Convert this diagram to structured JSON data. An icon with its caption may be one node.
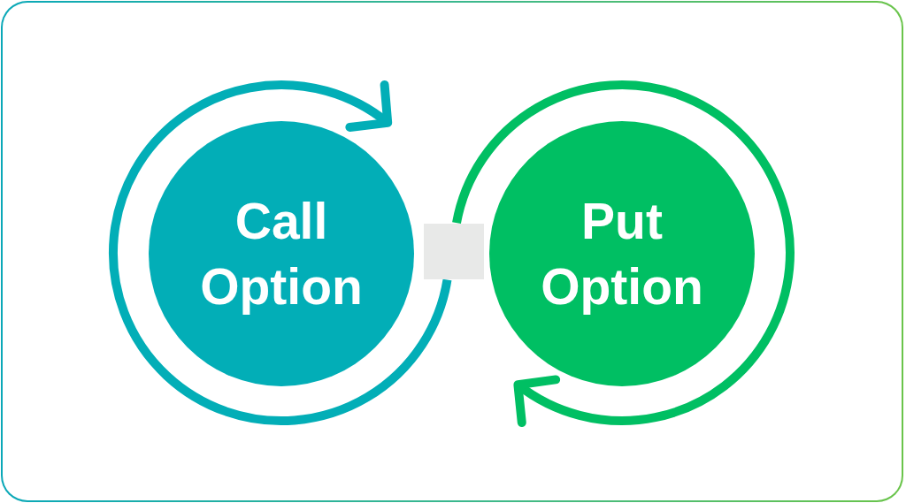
{
  "diagram": {
    "nodes": [
      {
        "text": [
          "Call Option"
        ]
      },
      {
        "text": [],
        "shape": "box"
      },
      {
        "text": [
          "Put Option"
        ]
      }
    ],
    "edges": [
      {
        "from": 1,
        "to": 0,
        "arrow": "to",
        "color": "#02aeb7"
      },
      {
        "from": 1,
        "to": 2,
        "arrow": "to",
        "color": "#00bf63"
      }
    ]
  }
}
